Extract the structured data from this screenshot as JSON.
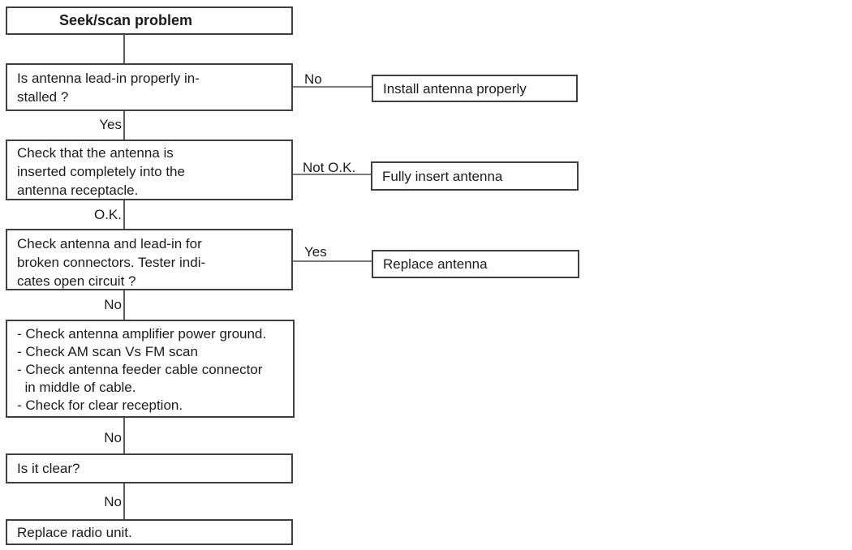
{
  "colors": {
    "background": "#ffffff",
    "box_border": "#3f3f3f",
    "connector": "#5c5c5c",
    "connector_light": "#7a7a7a",
    "text": "#1c1c1c"
  },
  "flowchart": {
    "start": {
      "text": "Seek/scan problem"
    },
    "q1": {
      "text": "Is antenna lead-in properly in-\nstalled ?",
      "no_label": "No",
      "no_action": "Install antenna properly",
      "yes_label": "Yes"
    },
    "q2": {
      "text": "Check that the antenna is\ninserted completely into the\nantenna receptacle.",
      "not_ok_label": "Not O.K.",
      "not_ok_action": "Fully insert antenna",
      "ok_label": "O.K."
    },
    "q3": {
      "text": "Check antenna and lead-in for\nbroken connectors. Tester indi-\ncates open circuit ?",
      "yes_label": "Yes",
      "yes_action": "Replace antenna",
      "no_label": "No"
    },
    "checks": {
      "text": "- Check antenna amplifier power ground.\n- Check AM scan Vs FM scan\n- Check antenna feeder cable connector\n  in middle of cable.\n- Check for clear reception.",
      "no_label": "No"
    },
    "q4": {
      "text": "Is it clear?",
      "no_label": "No"
    },
    "end": {
      "text": "Replace radio unit."
    }
  }
}
